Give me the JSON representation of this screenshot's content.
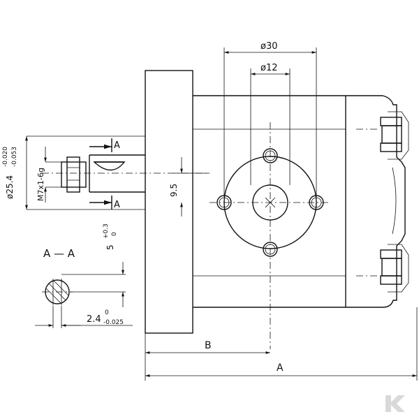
{
  "dimensions": {
    "d30": "ø30",
    "d12": "ø12",
    "shaft_dia_main": "ø25.4",
    "shaft_dia_upper": "-0.020",
    "shaft_dia_lower": "-0.053",
    "thread": "M7x1-6g",
    "offset": "9.5",
    "key_height_main": "5",
    "key_height_upper": "+0.3",
    "key_height_lower": "0",
    "key_width_main": "2.4",
    "key_width_upper": "0",
    "key_width_lower": "-0.025",
    "dim_b": "B",
    "dim_a": "A"
  },
  "section": {
    "label": "A — A",
    "mark_top": "A",
    "mark_bottom": "A"
  },
  "watermark": {
    "color": "#d9d9d9"
  }
}
